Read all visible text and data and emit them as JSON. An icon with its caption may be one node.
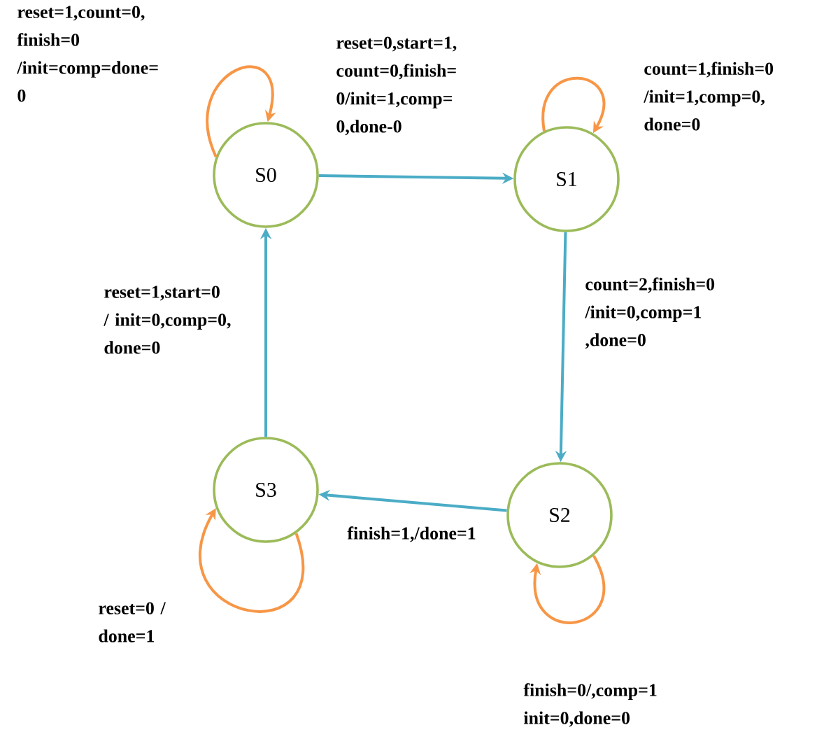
{
  "diagram": {
    "nodes": [
      {
        "text": [
          "S0"
        ]
      },
      {
        "text": [
          "S1"
        ]
      },
      {
        "text": [
          "S2"
        ]
      },
      {
        "text": [
          "S3"
        ]
      }
    ],
    "edges": [
      {
        "from": 0,
        "to": 0,
        "arrow": "to",
        "color": "#f79646",
        "label": "reset=1,count=0, finish=0 /init=comp=done= 0"
      },
      {
        "from": 0,
        "to": 1,
        "arrow": "to",
        "color": "#4bacc6",
        "label": "reset=0,start=1, count=0,finish= 0/init=1,comp= 0,done-0"
      },
      {
        "from": 1,
        "to": 1,
        "arrow": "to",
        "color": "#f79646",
        "label": "count=1,finish=0 /init=1,comp=0, done=0"
      },
      {
        "from": 1,
        "to": 2,
        "arrow": "to",
        "color": "#4bacc6",
        "label": "count=2,finish=0 /init=0,comp=1 ,done=0"
      },
      {
        "from": 2,
        "to": 3,
        "arrow": "to",
        "color": "#4bacc6",
        "label": "finish=1,/done=1"
      },
      {
        "from": 2,
        "to": 2,
        "arrow": "to",
        "color": "#f79646",
        "label": "finish=0/,comp=1 init=0,done=0"
      },
      {
        "from": 3,
        "to": 0,
        "arrow": "to",
        "color": "#4bacc6",
        "label": "reset=1,start=0 / init=0,comp=0, done=0"
      },
      {
        "from": 3,
        "to": 3,
        "arrow": "to",
        "color": "#f79646",
        "label": "reset=0 / done=1"
      }
    ]
  }
}
